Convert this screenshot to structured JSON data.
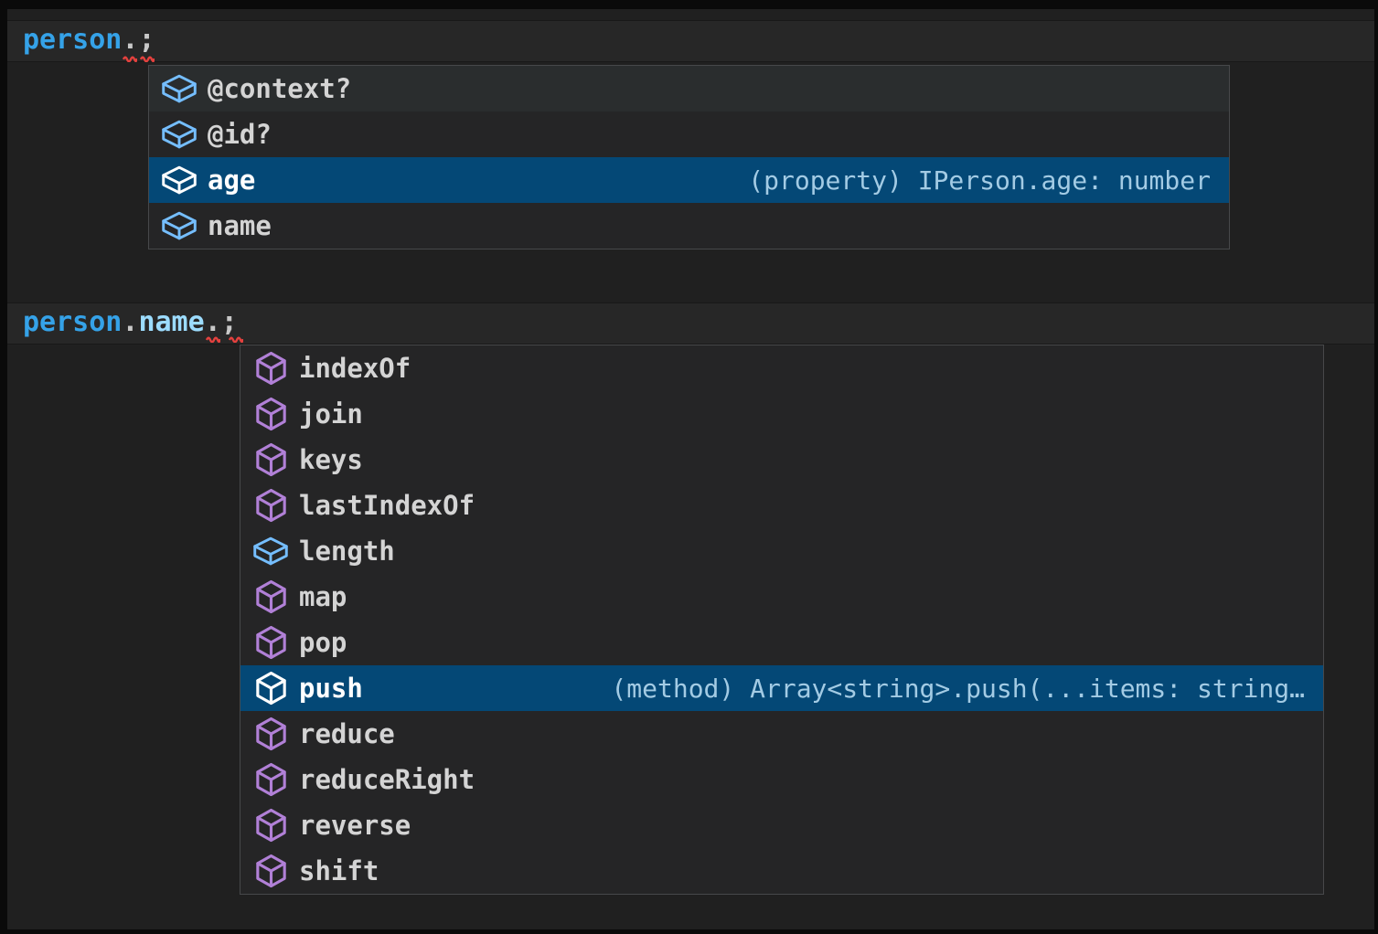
{
  "colors": {
    "frame": "#0a0a0a",
    "editor_background": "#202020",
    "line_highlight": "#272727",
    "popup_background": "#252526",
    "popup_border": "#47484a",
    "row_hover_background": "#2a2d2e",
    "row_selected_background": "#044876",
    "label_text": "#d4d4d4",
    "label_selected_text": "#ffffff",
    "detail_text": "#a3cbe4",
    "field_icon": "#75beff",
    "method_icon": "#b180d7",
    "squiggle": "#e5413e",
    "code_variable": "#35a2e8",
    "code_property": "#9cdcfe",
    "code_punctuation": "#c8c8c8"
  },
  "code": {
    "line1": {
      "tokens": [
        {
          "text": "person",
          "type": "variable"
        },
        {
          "text": ".",
          "type": "punctuation"
        },
        {
          "text": ";",
          "type": "punctuation"
        }
      ]
    },
    "line2": {
      "tokens": [
        {
          "text": "person",
          "type": "variable"
        },
        {
          "text": ".",
          "type": "punctuation"
        },
        {
          "text": "name",
          "type": "property"
        },
        {
          "text": ".",
          "type": "punctuation"
        },
        {
          "text": ";",
          "type": "punctuation"
        }
      ]
    }
  },
  "person_suggest": {
    "items": [
      {
        "label": "@context?",
        "kind": "field",
        "state": "hover",
        "detail": ""
      },
      {
        "label": "@id?",
        "kind": "field",
        "state": "normal",
        "detail": ""
      },
      {
        "label": "age",
        "kind": "field",
        "state": "selected",
        "detail": "(property) IPerson.age: number"
      },
      {
        "label": "name",
        "kind": "field",
        "state": "normal",
        "detail": ""
      }
    ]
  },
  "name_suggest": {
    "items": [
      {
        "label": "indexOf",
        "kind": "method",
        "state": "normal",
        "detail": ""
      },
      {
        "label": "join",
        "kind": "method",
        "state": "normal",
        "detail": ""
      },
      {
        "label": "keys",
        "kind": "method",
        "state": "normal",
        "detail": ""
      },
      {
        "label": "lastIndexOf",
        "kind": "method",
        "state": "normal",
        "detail": ""
      },
      {
        "label": "length",
        "kind": "field",
        "state": "normal",
        "detail": ""
      },
      {
        "label": "map",
        "kind": "method",
        "state": "normal",
        "detail": ""
      },
      {
        "label": "pop",
        "kind": "method",
        "state": "normal",
        "detail": ""
      },
      {
        "label": "push",
        "kind": "method",
        "state": "selected",
        "detail": "(method) Array<string>.push(...items: string…"
      },
      {
        "label": "reduce",
        "kind": "method",
        "state": "normal",
        "detail": ""
      },
      {
        "label": "reduceRight",
        "kind": "method",
        "state": "normal",
        "detail": ""
      },
      {
        "label": "reverse",
        "kind": "method",
        "state": "normal",
        "detail": ""
      },
      {
        "label": "shift",
        "kind": "method",
        "state": "normal",
        "detail": ""
      }
    ]
  }
}
